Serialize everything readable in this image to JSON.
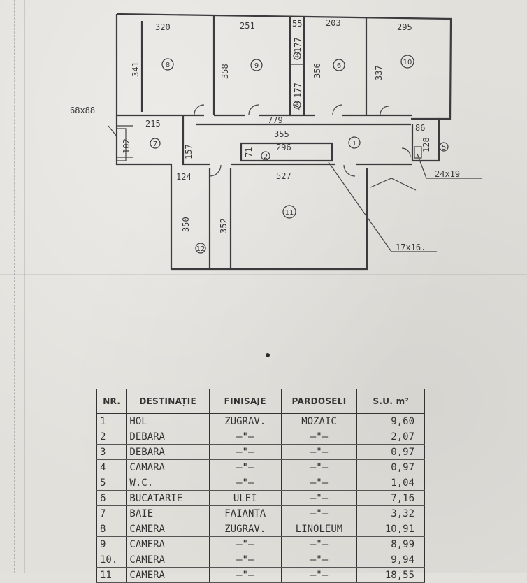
{
  "plan": {
    "dims": {
      "d320": "320",
      "d251": "251",
      "d55": "55",
      "d203": "203",
      "d295": "295",
      "d341": "341",
      "d358": "358",
      "d177a": "177",
      "d177b": "177",
      "d356": "356",
      "d337": "337",
      "d68": "68x88",
      "d215": "215",
      "d779": "779",
      "d355": "355",
      "d86": "86",
      "d102": "102",
      "d157": "157",
      "d71": "71",
      "d296": "296",
      "d128": "128",
      "d2419": "24x19",
      "d124": "124",
      "d527": "527",
      "d350": "350",
      "d352": "352",
      "d1716": "17x16."
    },
    "rooms": {
      "r1": "1",
      "r2": "2",
      "r3": "3",
      "r4": "4",
      "r5": "5",
      "r6": "6",
      "r7": "7",
      "r8": "8",
      "r9": "9",
      "r10": "10",
      "r11": "11",
      "r12": "12"
    }
  },
  "table": {
    "headers": {
      "nr": "NR.",
      "destinatie": "DESTINAȚIE",
      "finisaje": "FINISAJE",
      "pardoseli": "PARDOSELI",
      "su": "S.U. m²"
    },
    "rows": [
      {
        "nr": "1",
        "dest": "HOL",
        "fin": "ZUGRAV.",
        "pard": "MOZAIC",
        "su": "9,60"
      },
      {
        "nr": "2",
        "dest": "DEBARA",
        "fin": "—\"—",
        "pard": "—\"—",
        "su": "2,07"
      },
      {
        "nr": "3",
        "dest": "DEBARA",
        "fin": "—\"—",
        "pard": "—\"—",
        "su": "0,97"
      },
      {
        "nr": "4",
        "dest": "CAMARA",
        "fin": "—\"—",
        "pard": "—\"—",
        "su": "0,97"
      },
      {
        "nr": "5",
        "dest": "W.C.",
        "fin": "—\"—",
        "pard": "—\"—",
        "su": "1,04"
      },
      {
        "nr": "6",
        "dest": "BUCATARIE",
        "fin": "ULEI",
        "pard": "—\"—",
        "su": "7,16"
      },
      {
        "nr": "7",
        "dest": "BAIE",
        "fin": "FAIANTA",
        "pard": "—\"—",
        "su": "3,32"
      },
      {
        "nr": "8",
        "dest": "CAMERA",
        "fin": "ZUGRAV.",
        "pard": "LINOLEUM",
        "su": "10,91"
      },
      {
        "nr": "9",
        "dest": "CAMERA",
        "fin": "—\"—",
        "pard": "—\"—",
        "su": "8,99"
      },
      {
        "nr": "10.",
        "dest": "CAMERA",
        "fin": "—\"—",
        "pard": "—\"—",
        "su": "9,94"
      },
      {
        "nr": "11",
        "dest": "CAMERA",
        "fin": "—\"—",
        "pard": "—\"—",
        "su": "18,55"
      }
    ]
  }
}
